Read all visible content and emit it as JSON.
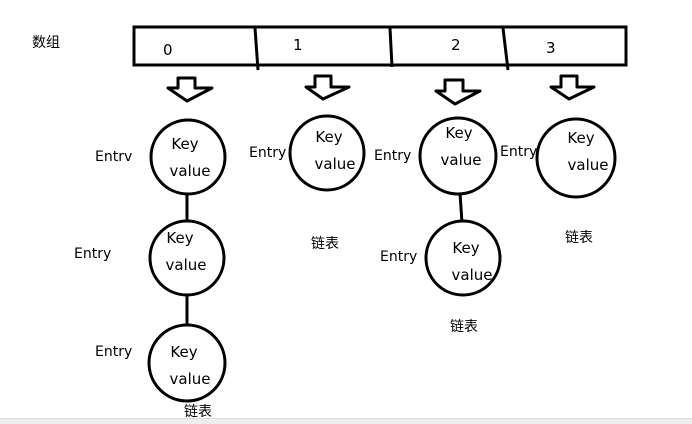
{
  "array_label": "数组",
  "indices": [
    "0",
    "1",
    "2",
    "3"
  ],
  "entry_labels": [
    "Entrv",
    "Entry",
    "Entry",
    "Entry",
    "Entry",
    "Entry",
    "Entry"
  ],
  "nodes": [
    {
      "key": "Key",
      "value": "value"
    },
    {
      "key": "Key",
      "value": "value"
    },
    {
      "key": "Key",
      "value": "value"
    },
    {
      "key": "Key",
      "value": "value"
    },
    {
      "key": "Key",
      "value": "value"
    },
    {
      "key": "Key",
      "value": "value"
    },
    {
      "key": "Key",
      "value": "value"
    }
  ],
  "list_labels": [
    "链表",
    "链表",
    "链表",
    "链表"
  ]
}
